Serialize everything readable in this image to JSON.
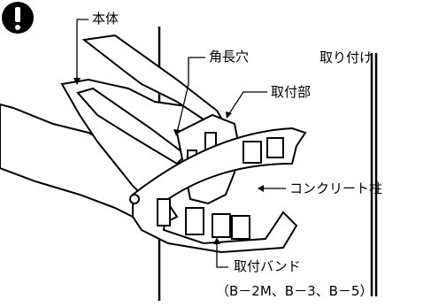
{
  "labels": {
    "body": "本体",
    "slot": "角長穴",
    "notice": "取り付け",
    "mount": "取付部",
    "pole": "コンクリート柱",
    "band": "取付バンド",
    "band_models": "（B－2M、B－3、B－5）"
  },
  "icons": {
    "notice": "exclamation-circle-icon"
  },
  "colors": {
    "line": "#000000",
    "background": "#ffffff"
  }
}
